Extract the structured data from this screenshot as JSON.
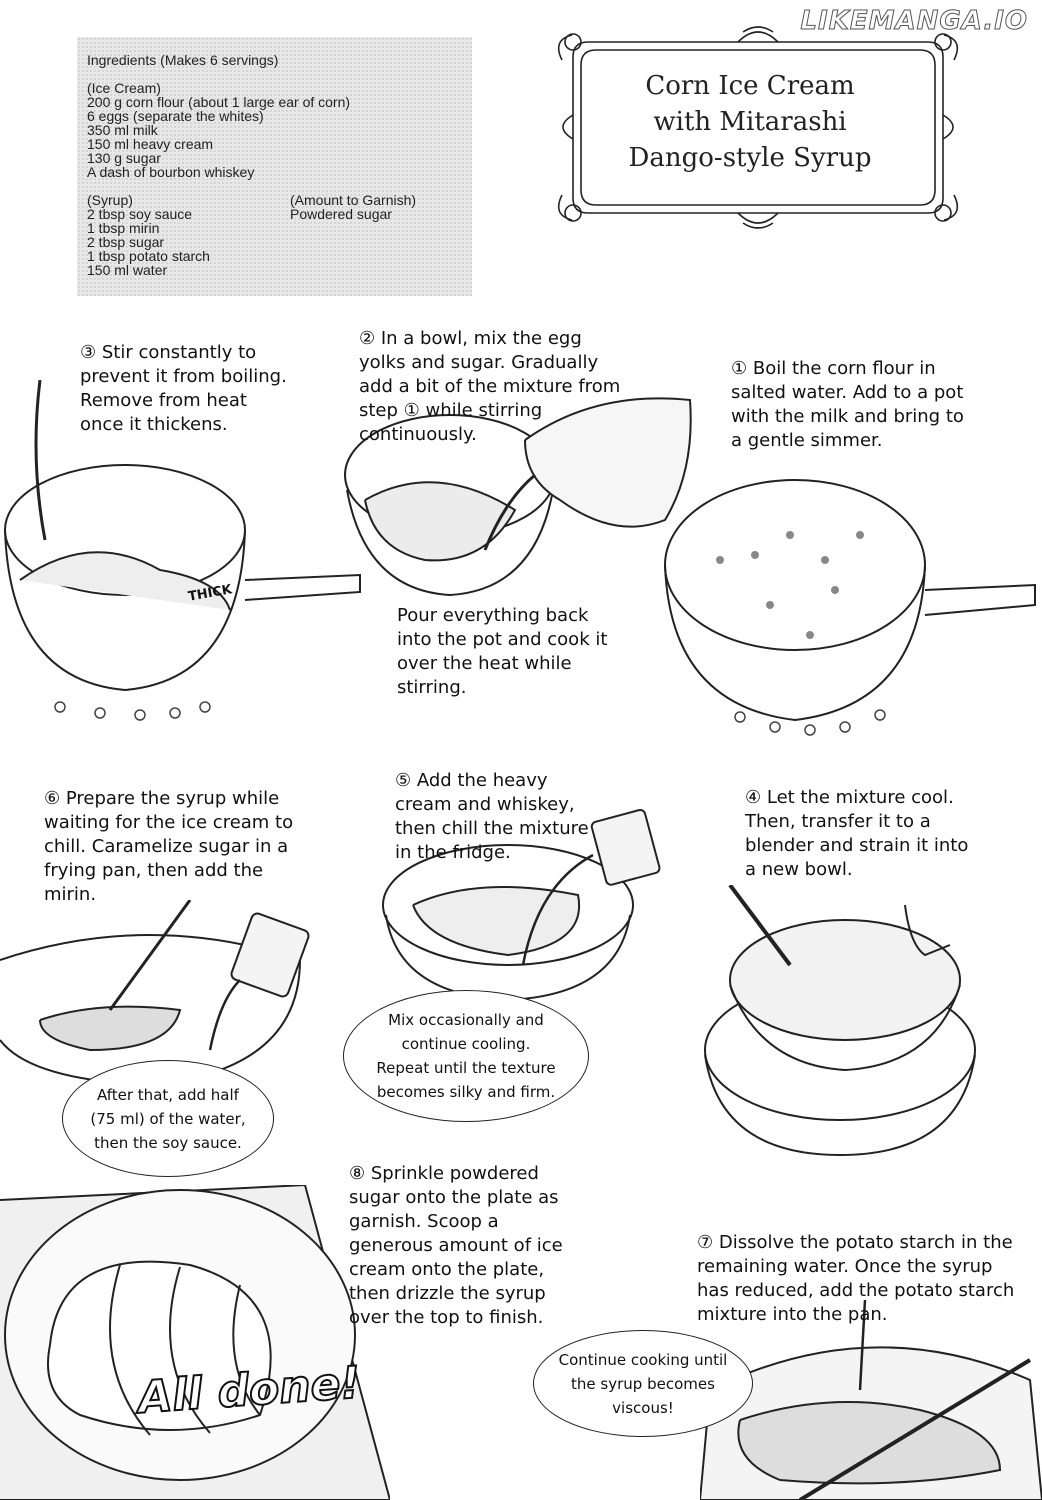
{
  "watermark": "LIKEMANGA.IO",
  "title": {
    "line1": "Corn Ice Cream",
    "line2": "with Mitarashi",
    "line3": "Dango-style Syrup"
  },
  "ingredients": {
    "header": "Ingredients (Makes 6 servings)",
    "ice_cream_label": "(Ice Cream)",
    "ice_cream": [
      "200 g corn flour (about 1 large ear of corn)",
      "6 eggs (separate the whites)",
      "350 ml milk",
      "150 ml heavy cream",
      "130 g sugar",
      "A dash of bourbon whiskey"
    ],
    "syrup_label": "(Syrup)",
    "syrup": [
      "2 tbsp soy sauce",
      "1 tbsp mirin",
      "2 tbsp sugar",
      "1 tbsp potato starch",
      "150 ml water"
    ],
    "garnish_label": "(Amount to Garnish)",
    "garnish": "Powdered sugar"
  },
  "steps": {
    "s1": "① Boil the corn flour in\nsalted water. Add to a pot\nwith the milk and bring to\na gentle simmer.",
    "s2": "② In a bowl, mix the egg\nyolks and sugar. Gradually\nadd a bit of the mixture from\nstep ① while stirring\ncontinuously.",
    "s2b": "Pour everything back\ninto the pot and cook it\nover the heat while\nstirring.",
    "s3": "③ Stir constantly to\nprevent it from boiling.\nRemove from heat\nonce it thickens.",
    "s4": "④ Let the mixture cool.\nThen, transfer it to a\nblender and strain it into\na new bowl.",
    "s5": "⑤ Add the heavy\ncream and whiskey,\nthen chill the mixture\nin the fridge.",
    "s6": "⑥ Prepare the syrup while\nwaiting for the ice cream to\nchill. Caramelize sugar in a\nfrying pan, then add the\nmirin.",
    "s7": "⑦ Dissolve the potato starch in the\nremaining water. Once the syrup\nhas reduced, add the potato starch\nmixture into the pan.",
    "s8": "⑧ Sprinkle powdered\nsugar onto the plate as\ngarnish. Scoop a\ngenerous amount of ice\ncream onto the plate,\nthen drizzle the syrup\nover the top to finish."
  },
  "bubbles": {
    "b5": "Mix occasionally and\ncontinue cooling.\nRepeat until the texture\nbecomes silky and firm.",
    "b6": "After that, add half\n(75 ml) of the water,\nthen the soy sauce.",
    "b7": "Continue cooking until\nthe syrup becomes\nviscous!"
  },
  "sfx": {
    "thick": "THICK"
  },
  "done": "All done!"
}
